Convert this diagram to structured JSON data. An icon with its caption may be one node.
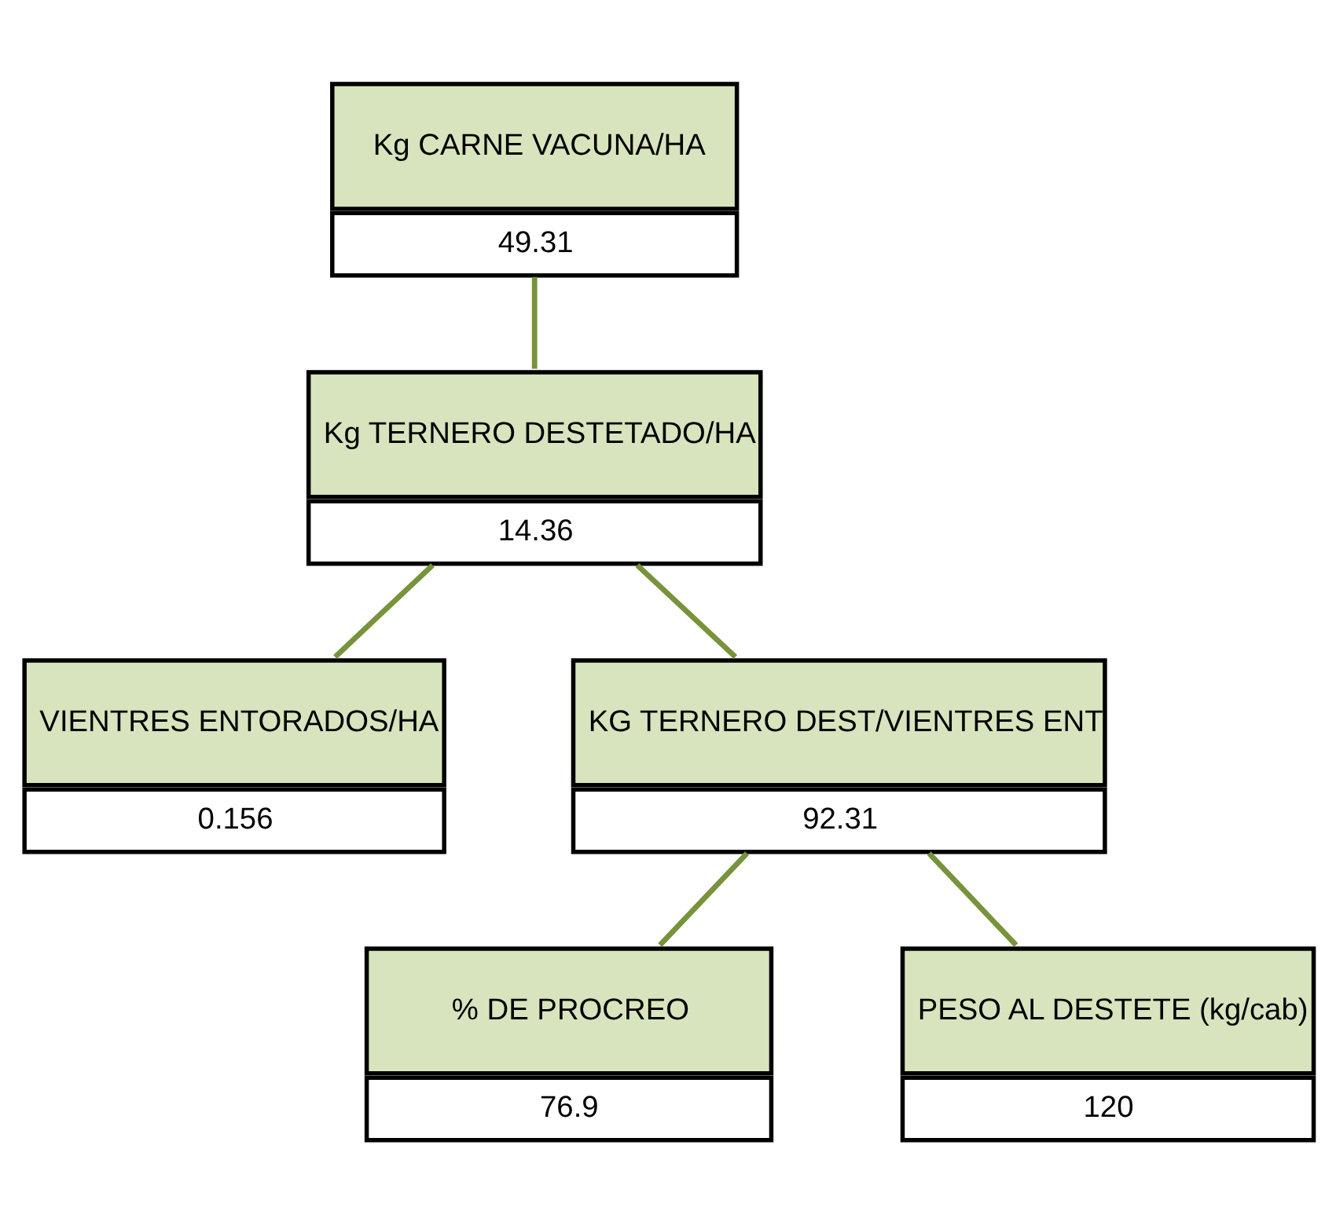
{
  "diagram": {
    "nodes": [
      {
        "text": [
          "Kg CARNE VACUNA/HA",
          "49.31"
        ]
      },
      {
        "text": [
          "Kg TERNERO DESTETADO/HA",
          "14.36"
        ]
      },
      {
        "text": [
          "VIENTRES ENTORADOS/HA",
          "0.156"
        ]
      },
      {
        "text": [
          "KG TERNERO DEST/VIENTRES ENT",
          "92.31"
        ]
      },
      {
        "text": [
          "% DE PROCREO",
          "76.9"
        ]
      },
      {
        "text": [
          "PESO AL DESTETE (kg/cab)",
          "120"
        ]
      }
    ],
    "edges": [
      {
        "from": 0,
        "to": 1,
        "arrow": "none"
      },
      {
        "from": 1,
        "to": 2,
        "arrow": "none"
      },
      {
        "from": 1,
        "to": 3,
        "arrow": "none"
      },
      {
        "from": 3,
        "to": 4,
        "arrow": "none"
      },
      {
        "from": 3,
        "to": 5,
        "arrow": "none"
      }
    ]
  }
}
